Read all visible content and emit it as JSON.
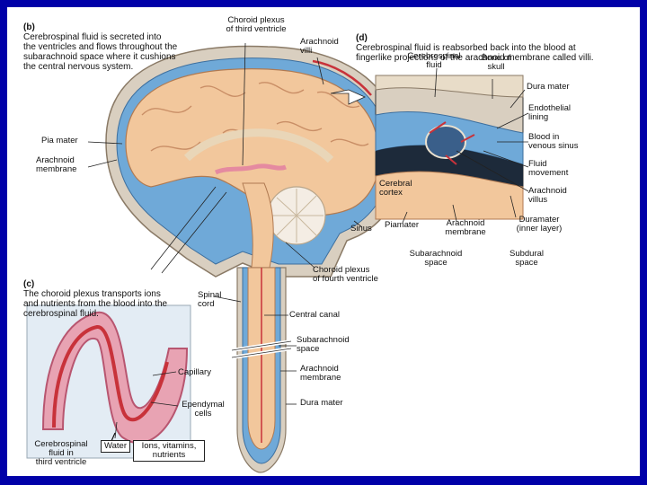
{
  "captions": {
    "b": {
      "tag": "(b)",
      "text": "Cerebrospinal fluid is secreted into\nthe ventricles and flows throughout the\nsubarachnoid space where it cushions\nthe central nervous system."
    },
    "d": {
      "tag": "(d)",
      "text": "Cerebrospinal fluid is reabsorbed back into the blood at\nfingerlike projections of the arachnoid membrane called villi."
    },
    "c": {
      "tag": "(c)",
      "text": "The choroid plexus transports ions\nand nutrients from the blood into the\ncerebrospinal fluid."
    }
  },
  "labels": {
    "choroid_third": "Choroid plexus\nof third ventricle",
    "arachnoid_villi": "Arachnoid\nvilli",
    "pia_mater_left": "Pia mater",
    "arachnoid_membrane_left": "Arachnoid\nmembrane",
    "cerebrospinal_fluid_top": "Cerebrospinal\nfluid",
    "bone_of_skull": "Bone of\nskull",
    "dura_mater_right": "Dura mater",
    "endothelial_lining": "Endothelial\nlining",
    "blood_in_venous_sinus": "Blood in\nvenous sinus",
    "fluid_movement": "Fluid\nmovement",
    "arachnoid_villus": "Arachnoid\nvillus",
    "cerebral_cortex": "Cerebral\ncortex",
    "piamater_bottom": "Piamater",
    "arachnoid_membrane_bottom": "Arachnoid\nmembrane",
    "duramater_inner": "Duramater\n(inner layer)",
    "subarachnoid_space_bottom": "Subarachnoid\nspace",
    "subdural_space": "Subdural\nspace",
    "sinus": "Sinus",
    "choroid_fourth": "Choroid plexus\nof fourth ventricle",
    "spinal_cord": "Spinal\ncord",
    "central_canal": "Central canal",
    "subarachnoid_space_spine": "Subarachnoid\nspace",
    "arachnoid_membrane_spine": "Arachnoid\nmembrane",
    "dura_mater_spine": "Dura mater",
    "capillary": "Capillary",
    "ependymal_cells": "Ependymal\ncells",
    "csf_third_ventricle": "Cerebrospinal\nfluid in\nthird ventricle",
    "water": "Water",
    "ions_vitamins": "Ions, vitamins,\nnutrients"
  },
  "colors": {
    "frame": "#0000a8",
    "brain": "#f2c79c",
    "brain_fold": "#c98e66",
    "csf_blue": "#6fa9d8",
    "dura": "#d9cfc0",
    "blood_red": "#c8323a",
    "choroid_pink": "#e58aa0",
    "cerebellum": "#f4ede4"
  }
}
